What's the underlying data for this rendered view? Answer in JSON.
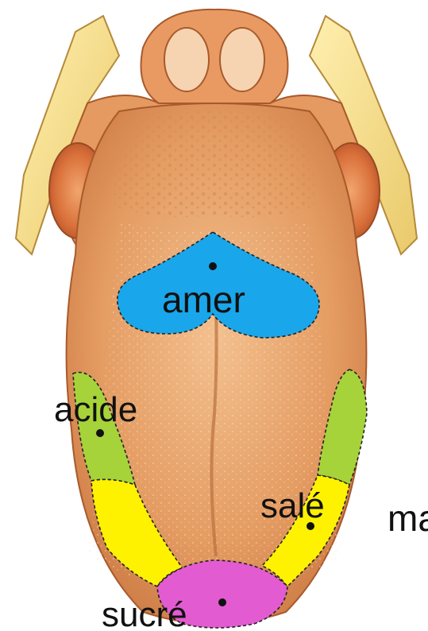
{
  "labels": {
    "amer": "amer",
    "acide": "acide",
    "sale": "salé",
    "sucre": "sucré",
    "edge": "ma"
  },
  "colors": {
    "amer_zone": "#1aa6ea",
    "acide_zone": "#a6d33a",
    "sale_zone": "#fff200",
    "sucre_zone": "#e35bd1",
    "tongue_base": "#e7a46d",
    "tongue_shadow": "#c9733d",
    "background": "#ffffff"
  }
}
